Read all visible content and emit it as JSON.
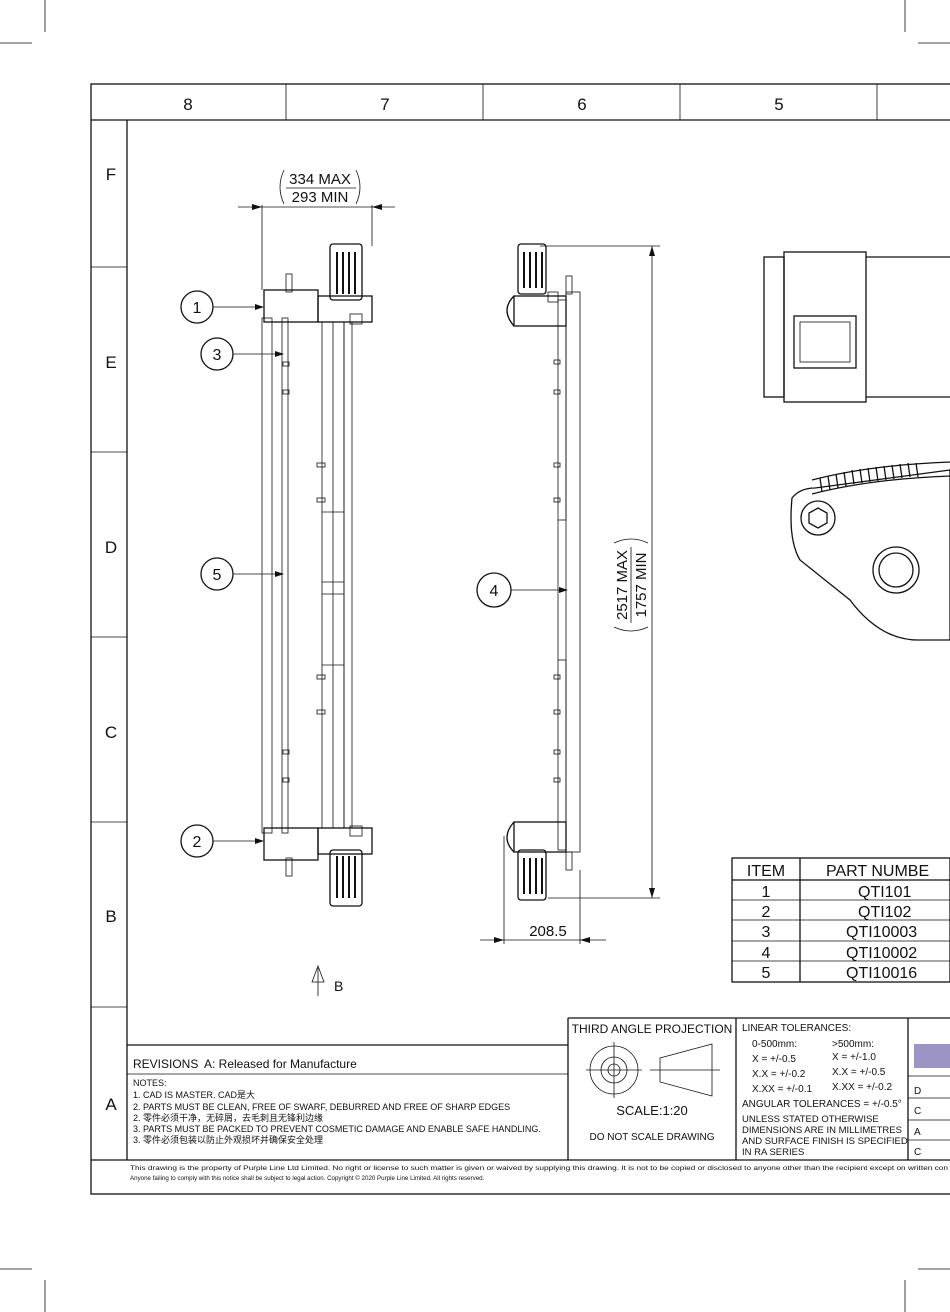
{
  "zones": {
    "columns": [
      "8",
      "7",
      "6",
      "5"
    ],
    "rows": [
      "F",
      "E",
      "D",
      "C",
      "B",
      "A"
    ]
  },
  "dimensions": {
    "width_max": "334 MAX",
    "width_min": "293 MIN",
    "height_max": "2517 MAX",
    "height_min": "1757 MIN",
    "depth": "208.5"
  },
  "balloons": [
    "1",
    "3",
    "5",
    "2",
    "4"
  ],
  "view_arrow": "B",
  "bom": {
    "headers": [
      "ITEM",
      "PART NUMBE"
    ],
    "rows": [
      {
        "item": "1",
        "part": "QTI101"
      },
      {
        "item": "2",
        "part": "QTI102"
      },
      {
        "item": "3",
        "part": "QTI10003"
      },
      {
        "item": "4",
        "part": "QTI10002"
      },
      {
        "item": "5",
        "part": "QTI10016"
      }
    ]
  },
  "revisions": {
    "label": "REVISIONS",
    "text": "A: Released for Manufacture"
  },
  "notes": {
    "title": "NOTES:",
    "lines": [
      "1. CAD IS MASTER. CAD是大",
      "2. PARTS MUST BE CLEAN, FREE OF SWARF, DEBURRED AND FREE OF SHARP EDGES",
      "2. 零件必须干净，无碎屑，去毛刺且无锋利边缘",
      "3. PARTS MUST BE PACKED TO PREVENT COSMETIC DAMAGE AND ENABLE SAFE HANDLING.",
      "3. 零件必须包装以防止外观损坏并确保安全处理"
    ]
  },
  "projection": {
    "title": "THIRD ANGLE PROJECTION",
    "scale": "SCALE:1:20",
    "no_scale": "DO NOT SCALE DRAWING"
  },
  "tolerances": {
    "title": "LINEAR TOLERANCES:",
    "col1_head": "0-500mm:",
    "col2_head": ">500mm:",
    "col1": [
      "X = +/-0.5",
      "X.X = +/-0.2",
      "X.XX = +/-0.1"
    ],
    "col2": [
      "X = +/-1.0",
      "X.X = +/-0.5",
      "X.XX = +/-0.2"
    ],
    "angular": "ANGULAR TOLERANCES = +/-0.5°",
    "unless": [
      "UNLESS STATED OTHERWISE",
      "DIMENSIONS ARE IN MILLIMETRES",
      "AND SURFACE FINISH IS SPECIFIED",
      "IN RA SERIES"
    ]
  },
  "right_cells": [
    "D",
    "C",
    "A",
    "C"
  ],
  "footer": {
    "line1": "This drawing is the property of Purple Line Ltd Limited. No right or license to such matter is given or waived by supplying this drawing. It is not to be copied or disclosed to anyone other than the recipient except on written con",
    "line2": "Anyone failing to comply with this notice shall be subject to legal action. Copyright © 2020 Purple Line Limited. All rights reserved."
  }
}
